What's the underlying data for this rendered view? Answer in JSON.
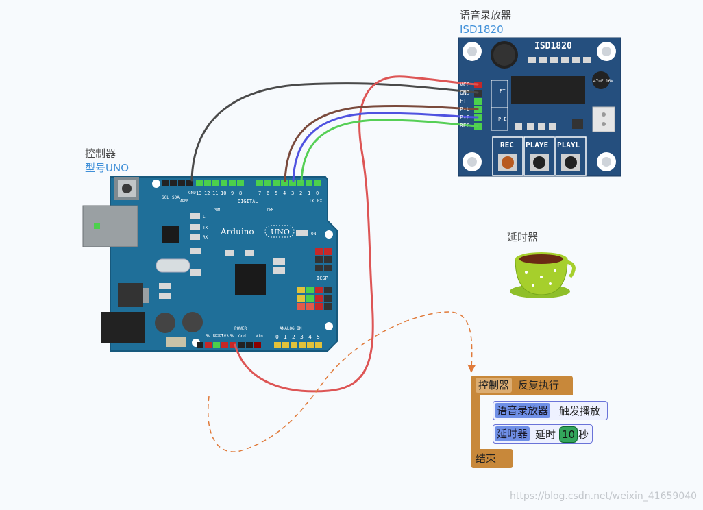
{
  "modules": {
    "recorder": {
      "title": "语音录放器",
      "subtitle": "ISD1820"
    },
    "controller": {
      "title": "控制器",
      "subtitle": "型号UNO"
    },
    "delay": {
      "title": "延时器"
    }
  },
  "isd1820_board": {
    "name": "ISD1820",
    "pins": [
      "VCC",
      "GND",
      "FT",
      "P-L",
      "P-E",
      "REC"
    ],
    "side_labels": [
      "FT",
      "P-E"
    ],
    "capacitor": "47uF 16V",
    "buttons": [
      "REC",
      "PLAYE",
      "PLAYL"
    ]
  },
  "arduino_board": {
    "brand": "Arduino",
    "model": "UNO",
    "on_label": "ON",
    "icsp": "ICSP",
    "digital_label": "DIGITAL",
    "digital_pins": [
      "GND",
      "13",
      "12",
      "11",
      "10",
      "9",
      "8",
      "7",
      "6",
      "5",
      "4",
      "3",
      "2",
      "1",
      "0"
    ],
    "top_left_pins": [
      "SCL",
      "SDA",
      "AREF"
    ],
    "led_labels": [
      "L",
      "TX",
      "RX"
    ],
    "tx_rx": [
      "TX",
      "RX"
    ],
    "pwm_label": "PWM",
    "power_label": "POWER",
    "power_pins": [
      "5V",
      "RESET",
      "3V3",
      "5V",
      "Gnd",
      "Vin"
    ],
    "analog_label": "ANALOG IN",
    "analog_pins": [
      "0",
      "1",
      "2",
      "3",
      "4",
      "5"
    ]
  },
  "wire_colors": {
    "vcc": "#dd5555",
    "gnd": "#4a4a4a",
    "pl": "#7a4a3c",
    "pe": "#4f52e0",
    "rec": "#56cf56",
    "flow": "#e07a3a"
  },
  "program": {
    "loop_target": "控制器",
    "loop_text": "反复执行",
    "statements": [
      {
        "target": "语音录放器",
        "action": "触发播放"
      },
      {
        "target": "延时器",
        "action": "延时",
        "value": "10",
        "unit": "秒"
      }
    ],
    "end_text": "结束"
  },
  "watermark": "https://blog.csdn.net/weixin_41659040"
}
